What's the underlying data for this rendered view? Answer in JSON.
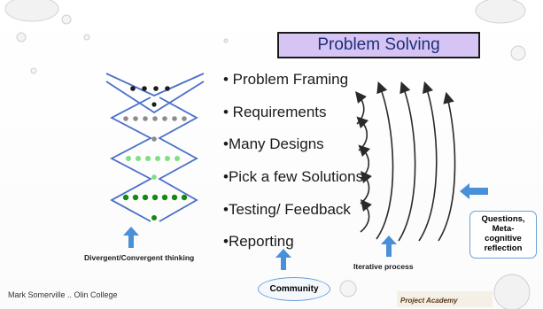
{
  "title": "Problem Solving",
  "bullets": [
    "•  Problem Framing",
    "• Requirements",
    "•Many Designs",
    "•Pick a few Solutions",
    "•Testing/ Feedback",
    "•Reporting"
  ],
  "captions": {
    "divergent": "Divergent/Convergent thinking",
    "iterative": "Iterative   process",
    "community": "Community",
    "reflection": [
      "Questions,",
      "Meta-",
      "cognitive",
      "reflection"
    ]
  },
  "footer": "Mark Somerville .. Olin College",
  "logo_text": "Project Academy",
  "colors": {
    "title_bg": "#d6c4f4",
    "title_text": "#1f2f78",
    "zigzag": "#4a6fc9",
    "arrow_blue": "#4a90d9",
    "dot_dark": "#1b1b1b",
    "dot_gray": "#8c8c8c",
    "dot_green": "#7ee07e",
    "dot_dark_green": "#148a14"
  }
}
